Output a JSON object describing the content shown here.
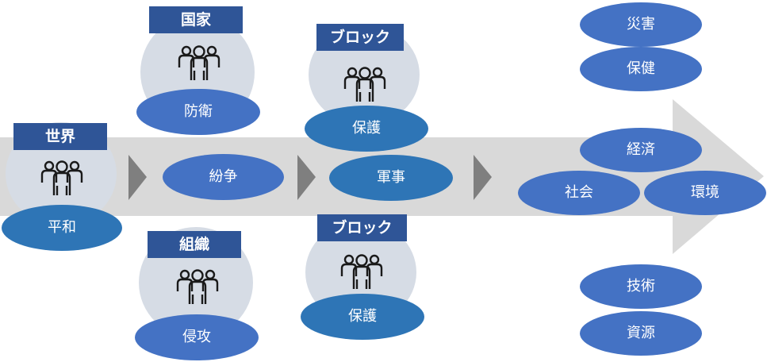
{
  "colors": {
    "header_fill": "#2f5597",
    "node_fill": "#4472c4",
    "node_fill_alt": "#2e75b6",
    "bubble_fill": "#d6dce5",
    "arrow_fill": "#d9d9d9",
    "chevron_fill": "#7f7f7f"
  },
  "groups": {
    "world": {
      "title": "世界",
      "node": "平和",
      "icon": "people-icon"
    },
    "nation": {
      "title": "国家",
      "node": "防衛",
      "icon": "people-icon"
    },
    "org": {
      "title": "組織",
      "node": "侵攻",
      "icon": "people-icon"
    },
    "bloc_top": {
      "title": "ブロック",
      "node": "保護",
      "icon": "people-icon"
    },
    "bloc_bottom": {
      "title": "ブロック",
      "node": "保護",
      "icon": "people-icon"
    }
  },
  "flow": {
    "conflict": "紛争",
    "military": "軍事"
  },
  "outcomes": {
    "disaster": "災害",
    "health": "保健",
    "economy": "経済",
    "society": "社会",
    "environment": "環境",
    "technology": "技術",
    "resources": "資源"
  }
}
